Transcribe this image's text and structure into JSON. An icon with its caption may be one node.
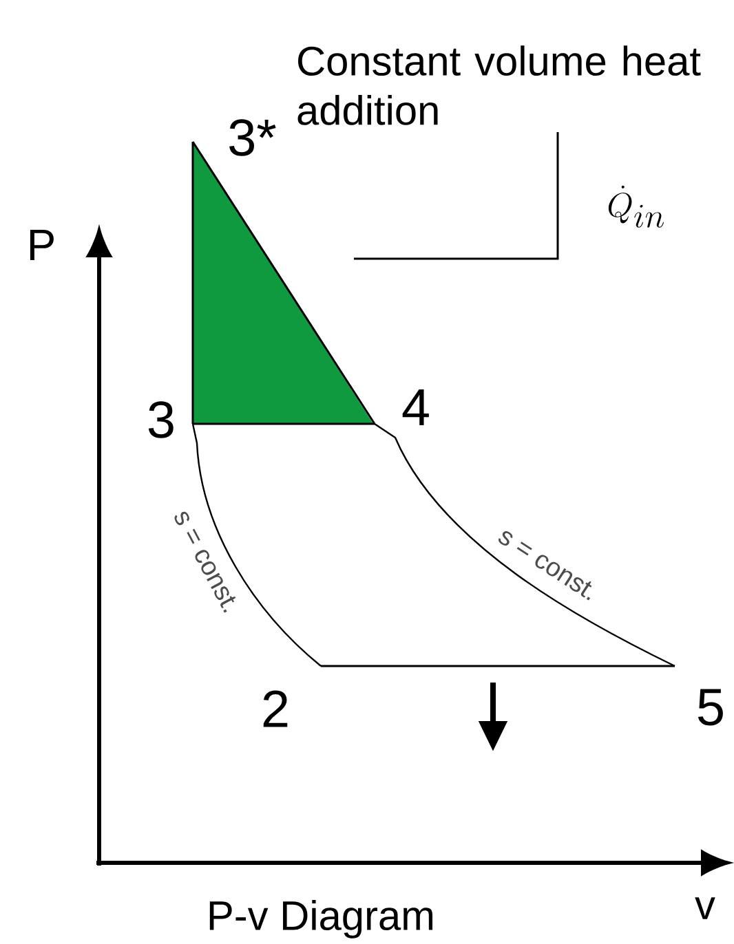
{
  "diagram": {
    "caption": "P-v Diagram",
    "nodes": [
      {
        "text": [
          "3*"
        ]
      },
      {
        "text": [
          "3"
        ]
      },
      {
        "text": [
          "4"
        ]
      },
      {
        "text": [
          "2"
        ]
      },
      {
        "text": [
          "5"
        ]
      }
    ],
    "edges": [
      {
        "from": 0,
        "to": 1,
        "arrow": "none"
      },
      {
        "from": 1,
        "to": 2,
        "arrow": "none"
      },
      {
        "from": 0,
        "to": 2,
        "arrow": "none"
      },
      {
        "from": 1,
        "to": 3,
        "arrow": "none",
        "label": "s = const."
      },
      {
        "from": 2,
        "to": 4,
        "arrow": "none",
        "label": "s = const."
      },
      {
        "from": 3,
        "to": 4,
        "arrow": "none"
      }
    ],
    "labels": [
      "Constant volume heat addition",
      "\\dot{Q}_{in}",
      "P",
      "v"
    ]
  }
}
